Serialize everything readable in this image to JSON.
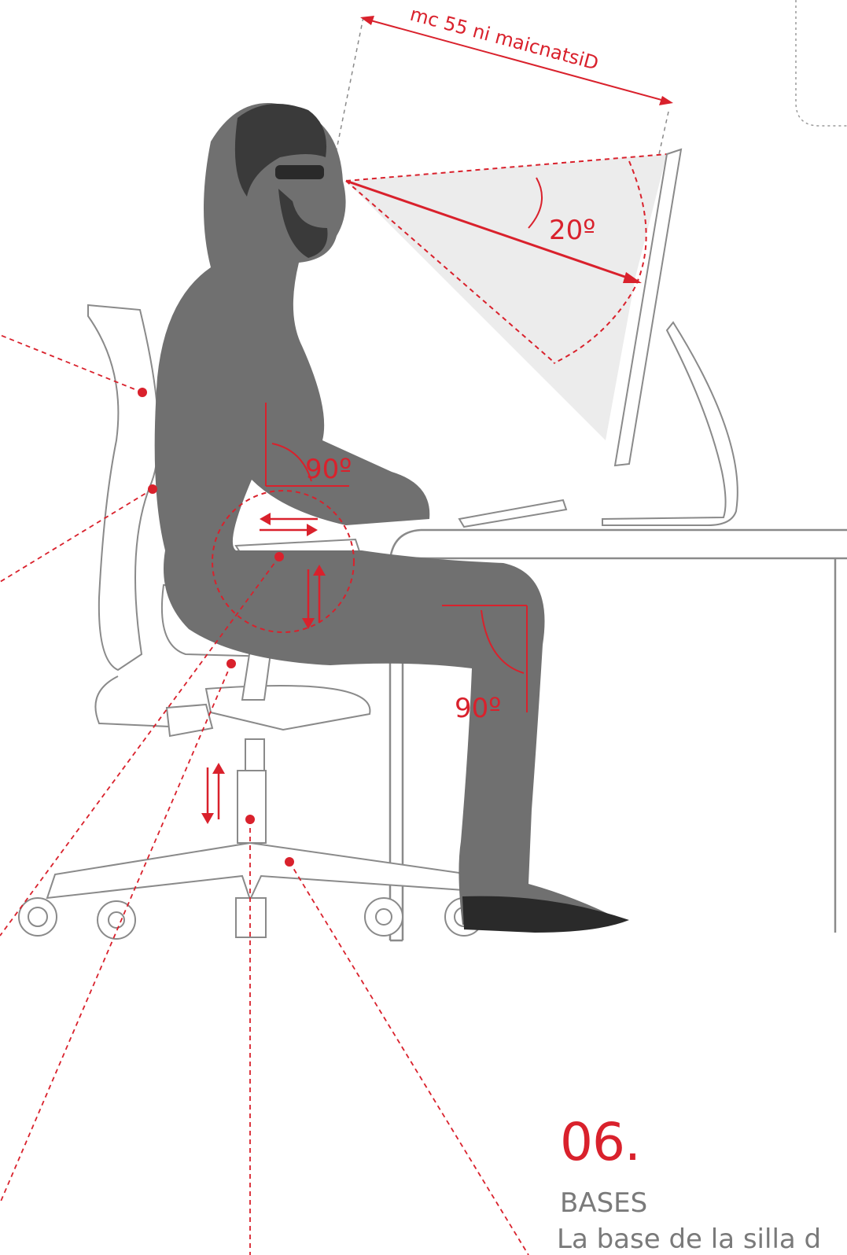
{
  "diagram": {
    "distance_label": "mc 55 ni maicnatsiD",
    "angle_view": "20º",
    "angle_elbow": "90º",
    "angle_knee": "90º"
  },
  "section": {
    "number": "06.",
    "title": "BASES",
    "body": "La base de la silla d"
  },
  "colors": {
    "accent": "#d9212c",
    "line_gray": "#8a8a8a",
    "figure_gray": "#707070"
  }
}
